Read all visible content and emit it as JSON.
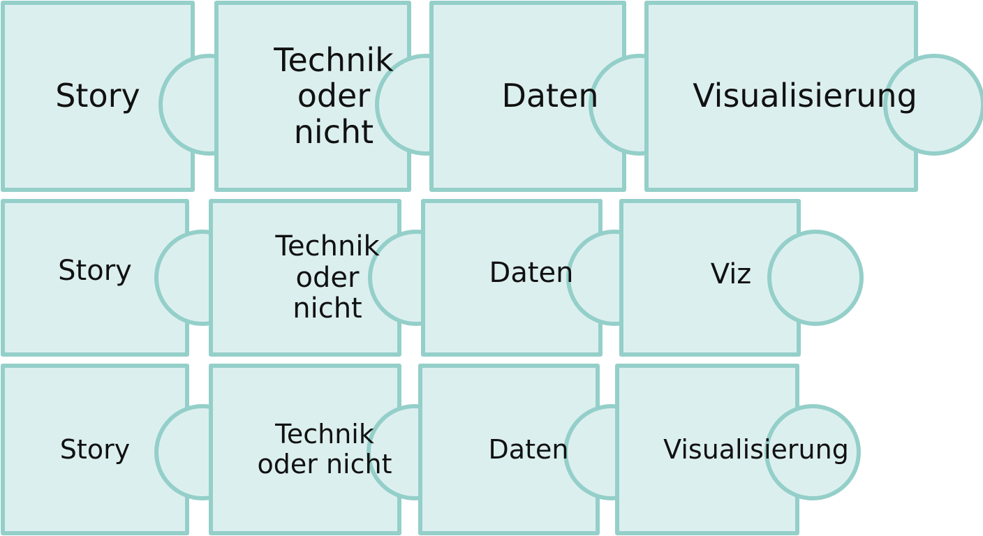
{
  "colors": {
    "fill": "#dcefef",
    "stroke": "#94cfc9",
    "text": "#111111"
  },
  "rows": [
    {
      "pieces": [
        "Story",
        "Technik\noder\nnicht",
        "Daten",
        "Visualisierung"
      ]
    },
    {
      "pieces": [
        "Story",
        "Technik\noder\nnicht",
        "Daten",
        "Viz"
      ]
    },
    {
      "pieces": [
        "Story",
        "Technik\noder nicht",
        "Daten",
        "Visualisierung"
      ]
    }
  ]
}
